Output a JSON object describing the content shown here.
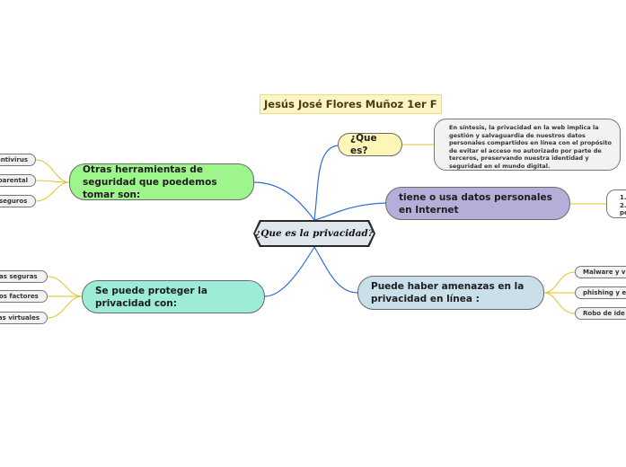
{
  "title": "Jesús José Flores Muñoz  1er F",
  "central_topic": "¿Que es la privacidad?",
  "main_topics": {
    "que_es": {
      "label": "¿Que es?",
      "color": "#fdf6b6"
    },
    "datos_personales": {
      "label": "tiene o usa datos personales en Internet",
      "color": "#b4afd9"
    },
    "amenazas": {
      "label": "Puede haber amenazas en la privacidad en línea :",
      "color": "#c9dfe9"
    },
    "herramientas": {
      "label": "Otras herramientas de seguridad que poedemos tomar son:",
      "color": "#9ef58b"
    },
    "proteger": {
      "label": "Se puede proteger la privacidad con:",
      "color": "#9cecd8"
    }
  },
  "que_es_note": "En síntesis, la privacidad en la web implica la gestión y salvaguardia de nuestros datos personales compartidos en línea con el propósito de evitar el acceso no autorizado por parte de terceros, preservando nuestra identidad y seguridad en el mundo digital.",
  "datos_note_lines": [
    "1.",
    "2.",
    "pe"
  ],
  "amenazas_items": [
    "Malware y v",
    "phishing y e",
    "Robo de ide"
  ],
  "herramientas_items": [
    "antivirus",
    "parental",
    "seguros"
  ],
  "proteger_items": [
    "as seguras",
    "os factores",
    "as virtuales"
  ],
  "connector_colors": {
    "main": "#2d6fd2",
    "sub": "#e3c227"
  }
}
